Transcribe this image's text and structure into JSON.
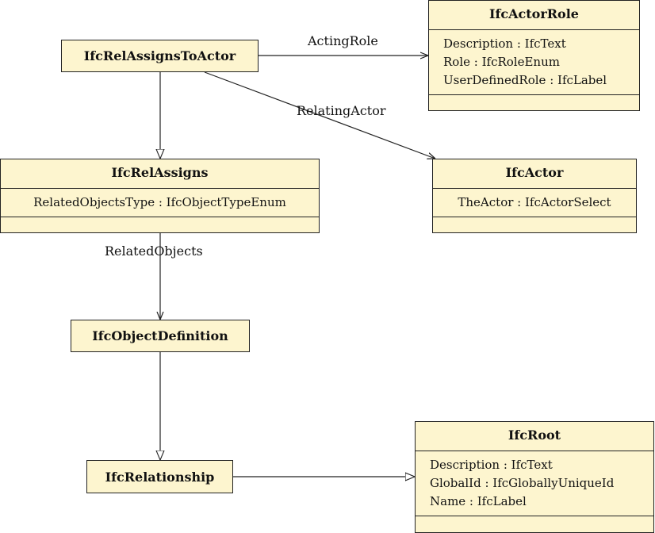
{
  "classes": {
    "rel_assigns_to_actor": {
      "name": "IfcRelAssignsToActor"
    },
    "actor_role": {
      "name": "IfcActorRole",
      "attributes": [
        "Description : IfcText",
        "Role : IfcRoleEnum",
        "UserDefinedRole : IfcLabel"
      ]
    },
    "rel_assigns": {
      "name": "IfcRelAssigns",
      "attributes": [
        "RelatedObjectsType : IfcObjectTypeEnum"
      ]
    },
    "actor": {
      "name": "IfcActor",
      "attributes": [
        "TheActor : IfcActorSelect"
      ]
    },
    "object_definition": {
      "name": "IfcObjectDefinition"
    },
    "relationship": {
      "name": "IfcRelationship"
    },
    "root": {
      "name": "IfcRoot",
      "attributes": [
        "Description : IfcText",
        "GlobalId : IfcGloballyUniqueId",
        "Name : IfcLabel"
      ]
    }
  },
  "edge_labels": {
    "acting_role": "ActingRole",
    "relating_actor": "RelatingActor",
    "related_objects": "RelatedObjects"
  }
}
